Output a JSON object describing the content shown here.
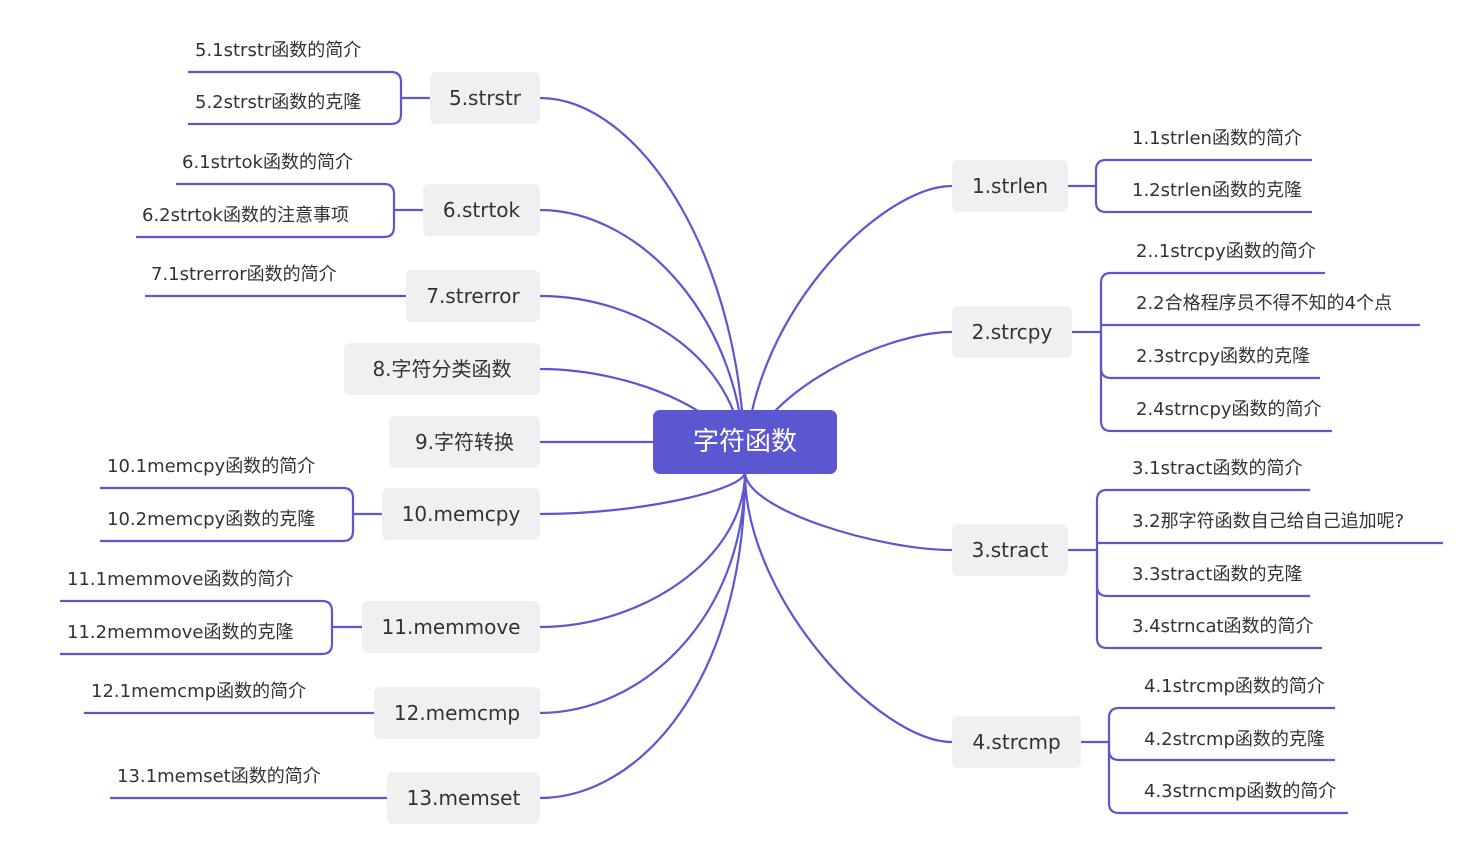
{
  "root": "字符函数",
  "branches": {
    "b1": {
      "label": "1.strlen",
      "children": [
        "1.1strlen函数的简介",
        "1.2strlen函数的克隆"
      ]
    },
    "b2": {
      "label": "2.strcpy",
      "children": [
        "2..1strcpy函数的简介",
        "2.2合格程序员不得不知的4个点",
        "2.3strcpy函数的克隆",
        "2.4strncpy函数的简介"
      ]
    },
    "b3": {
      "label": "3.stract",
      "children": [
        "3.1stract函数的简介",
        "3.2那字符函数自己给自己追加呢?",
        "3.3stract函数的克隆",
        "3.4strncat函数的简介"
      ]
    },
    "b4": {
      "label": "4.strcmp",
      "children": [
        "4.1strcmp函数的简介",
        "4.2strcmp函数的克隆",
        "4.3strncmp函数的简介"
      ]
    },
    "b5": {
      "label": "5.strstr",
      "children": [
        "5.1strstr函数的简介",
        "5.2strstr函数的克隆"
      ]
    },
    "b6": {
      "label": "6.strtok",
      "children": [
        "6.1strtok函数的简介",
        "6.2strtok函数的注意事项"
      ]
    },
    "b7": {
      "label": "7.strerror",
      "children": [
        "7.1strerror函数的简介"
      ]
    },
    "b8": {
      "label": "8.字符分类函数",
      "children": []
    },
    "b9": {
      "label": "9.字符转换",
      "children": []
    },
    "b10": {
      "label": "10.memcpy",
      "children": [
        "10.1memcpy函数的简介",
        "10.2memcpy函数的克隆"
      ]
    },
    "b11": {
      "label": "11.memmove",
      "children": [
        "11.1memmove函数的简介",
        "11.2memmove函数的克隆"
      ]
    },
    "b12": {
      "label": "12.memcmp",
      "children": [
        "12.1memcmp函数的简介"
      ]
    },
    "b13": {
      "label": "13.memset",
      "children": [
        "13.1memset函数的简介"
      ]
    }
  },
  "colors": {
    "accent": "#5b57d1",
    "topic_bg": "#f0f0f0",
    "text": "#333333"
  }
}
